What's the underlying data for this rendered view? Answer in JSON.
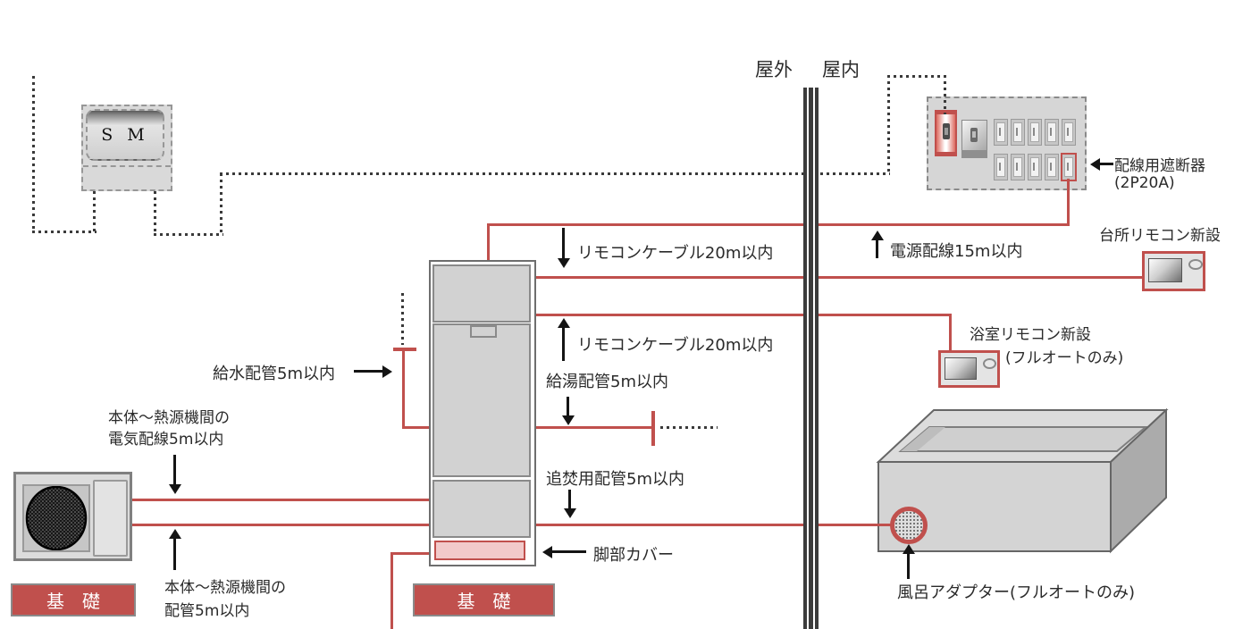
{
  "diagram": {
    "wall": {
      "outdoor": "屋外",
      "indoor": "屋内"
    },
    "smart_meter": {
      "text": "S M"
    },
    "breaker_panel": {
      "label": "配線用遮断器",
      "rating": "(2P20A)"
    },
    "remotes": {
      "kitchen_label": "台所リモコン新設",
      "bath_label": "浴室リモコン新設",
      "bath_note": "(フルオートのみ)"
    },
    "annotations": {
      "power": "電源配線15m以内",
      "remote_cable_1": "リモコンケーブル20m以内",
      "remote_cable_2": "リモコンケーブル20m以内",
      "water_supply": "給水配管5m以内",
      "hot_water": "給湯配管5m以内",
      "reheat": "追焚用配管5m以内",
      "leg_cover": "脚部カバー",
      "hp_wiring_1": "本体～熱源機間の",
      "hp_wiring_2": "電気配線5m以内",
      "hp_piping_1": "本体～熱源機間の",
      "hp_piping_2": "配管5m以内",
      "bath_adapter": "風呂アダプター(フルオートのみ)"
    },
    "foundations": {
      "left": "基　礎",
      "tank": "基　礎"
    },
    "colors": {
      "line_red": "#c0504d",
      "leg_cover_pink": "#f2caca",
      "foundation_red": "#c0504d",
      "dotted_black": "#3a3a3a",
      "wall_dark": "#3c3c3c"
    }
  }
}
